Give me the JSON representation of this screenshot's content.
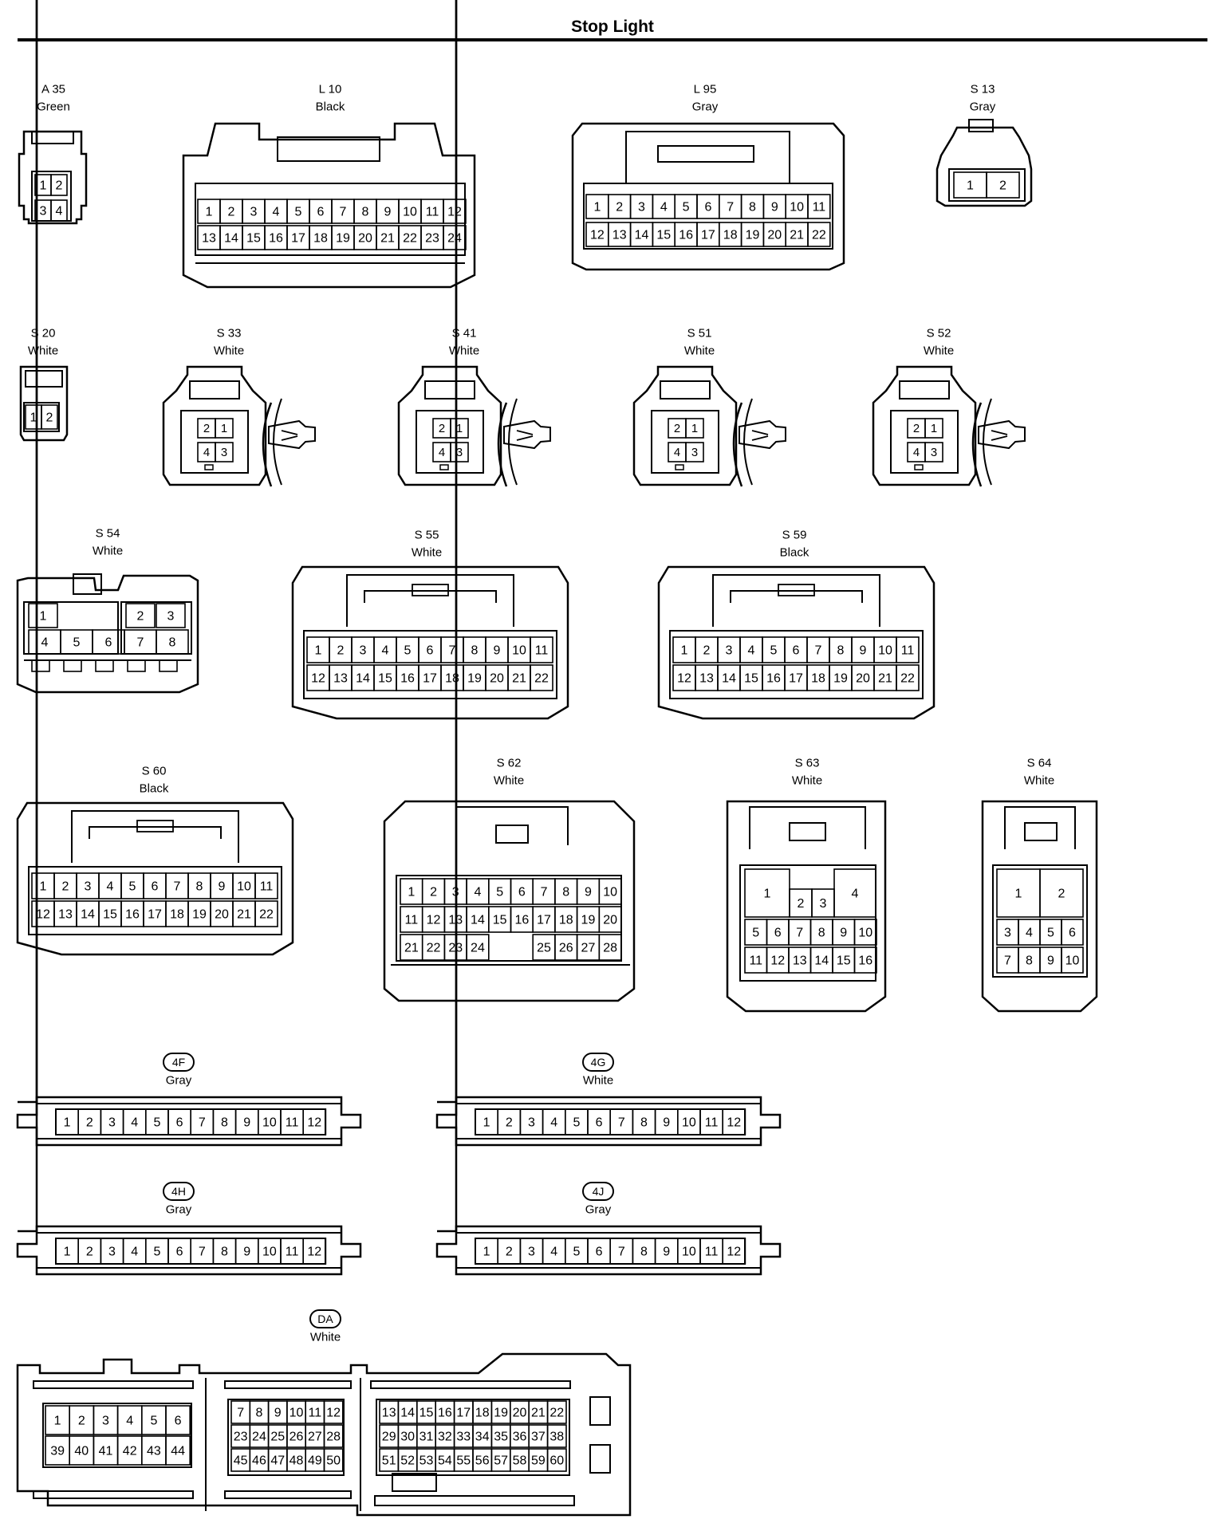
{
  "title": "Stop Light",
  "connectors": [
    {
      "id": "A 35",
      "color": "Green"
    },
    {
      "id": "L 10",
      "color": "Black"
    },
    {
      "id": "L 95",
      "color": "Gray"
    },
    {
      "id": "S 13",
      "color": "Gray"
    },
    {
      "id": "S 20",
      "color": "White"
    },
    {
      "id": "S 33",
      "color": "White"
    },
    {
      "id": "S 41",
      "color": "White"
    },
    {
      "id": "S 51",
      "color": "White"
    },
    {
      "id": "S 52",
      "color": "White"
    },
    {
      "id": "S 54",
      "color": "White"
    },
    {
      "id": "S 55",
      "color": "White"
    },
    {
      "id": "S 59",
      "color": "Black"
    },
    {
      "id": "S 60",
      "color": "Black"
    },
    {
      "id": "S 62",
      "color": "White"
    },
    {
      "id": "S 63",
      "color": "White"
    },
    {
      "id": "S 64",
      "color": "White"
    },
    {
      "id": "4F",
      "color": "Gray"
    },
    {
      "id": "4G",
      "color": "White"
    },
    {
      "id": "4H",
      "color": "Gray"
    },
    {
      "id": "4J",
      "color": "Gray"
    },
    {
      "id": "DA",
      "color": "White"
    }
  ]
}
